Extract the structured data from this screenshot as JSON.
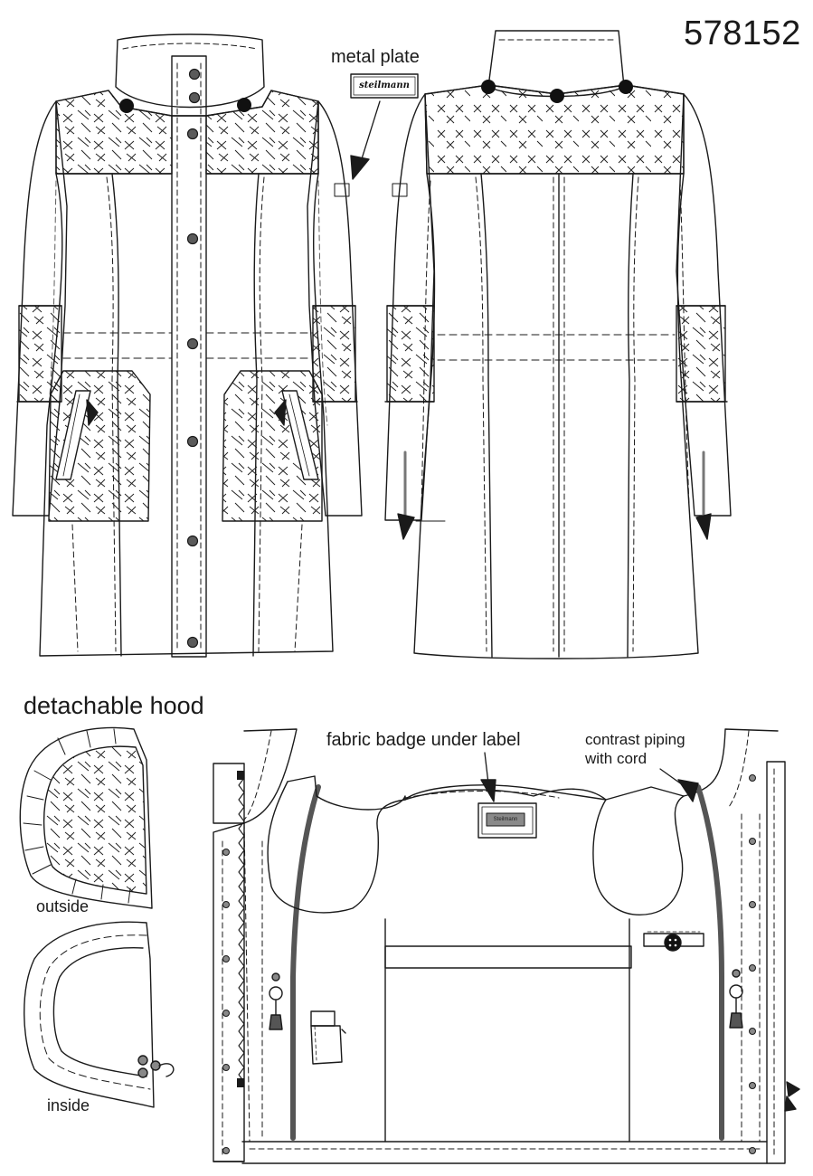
{
  "style_number": "578152",
  "labels": {
    "metal_plate": "metal plate",
    "plate_text": "steilmann",
    "detachable_hood": "detachable hood",
    "hood_outside": "outside",
    "hood_inside": "inside",
    "fabric_badge": "fabric badge under label",
    "badge_text": "Steilmann",
    "contrast_piping_line1": "contrast piping",
    "contrast_piping_line2": "with cord"
  },
  "colors": {
    "line": "#1a1a1a",
    "piping": "#555555",
    "badge_fill": "#8a8a8a",
    "button_fill": "#5a5a5a"
  }
}
